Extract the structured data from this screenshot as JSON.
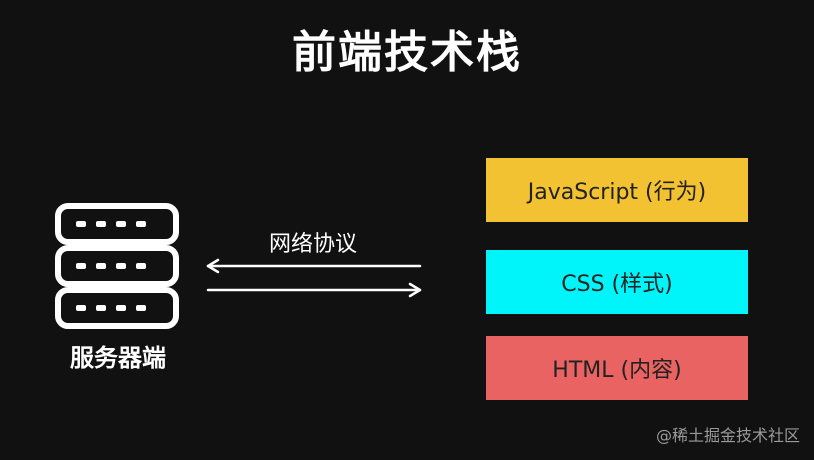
{
  "title": "前端技术栈",
  "server": {
    "label": "服务器端"
  },
  "protocol": {
    "label": "网络协议"
  },
  "layers": [
    {
      "label": "JavaScript (行为)",
      "color": "#f2c233"
    },
    {
      "label": "CSS (样式)",
      "color": "#00f5fa"
    },
    {
      "label": "HTML (内容)",
      "color": "#e96363"
    }
  ],
  "watermark": "@稀土掘金技术社区"
}
